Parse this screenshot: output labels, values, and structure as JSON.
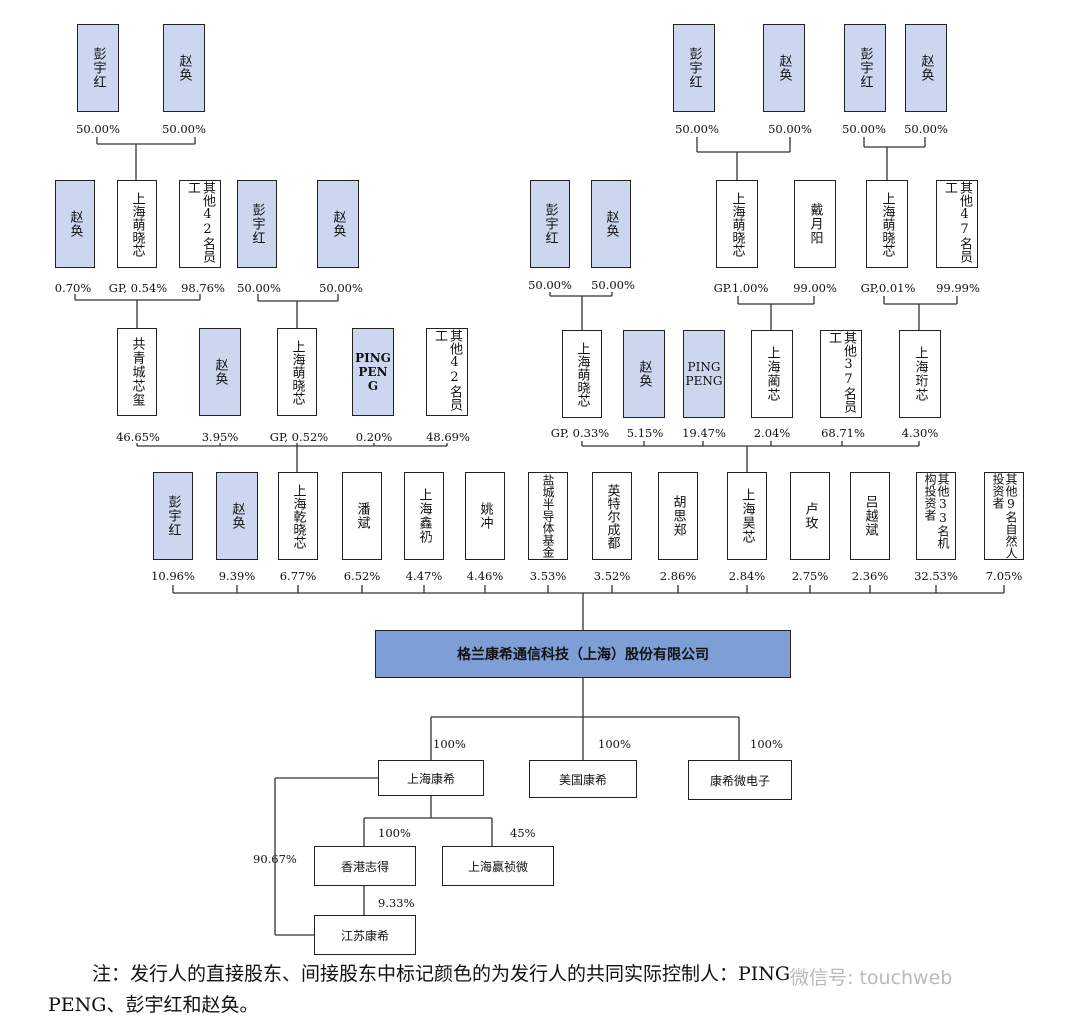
{
  "holders": {
    "l1_a_peng": "彭宇红",
    "l1_a_zhao": "赵奂",
    "l1_b_peng": "彭宇红",
    "l1_b_zhao": "赵奂",
    "l1_c_peng": "彭宇红",
    "l1_c_zhao": "赵奂",
    "l2_zhao": "赵奂",
    "l2_shmxx": "上海萌晓芯",
    "l2_other42": "其他42名员工",
    "l2_peng": "彭宇红",
    "l2_zhao2": "赵奂",
    "l2r_peng": "彭宇红",
    "l2r_zhao": "赵奂",
    "l2r_shmxx": "上海萌晓芯",
    "l2r_dyy": "戴月阳",
    "l2r_shmxx2": "上海萌晓芯",
    "l2r_other47": "其他47名员工",
    "l3_gqczx": "共青城芯玺",
    "l3_zhao": "赵奂",
    "l3_shmxx": "上海萌晓芯",
    "l3_ping": "PING PENG",
    "l3_other42": "其他42名员工",
    "l3r_shmxx": "上海萌晓芯",
    "l3r_zhao": "赵奂",
    "l3r_ping": "PING PENG",
    "l3r_shlx": "上海蔺芯",
    "l3r_other37": "其他37名员工",
    "l3r_shjx": "上海珩芯",
    "d_peng": "彭宇红",
    "d_zhao": "赵奂",
    "d_shqxx": "上海乾晓芯",
    "d_pan": "潘斌",
    "d_shxr": "上海鑫礽",
    "d_yao": "姚冲",
    "d_ycbdt": "盐城半导体基金",
    "d_ytecd": "英特尔成都",
    "d_hsz": "胡思郑",
    "d_shyx": "上海昊芯",
    "d_lu": "卢玫",
    "d_lv": "吕越斌",
    "d_jg33": "其他33名机构投资者",
    "d_zr9": "其他9名自然人投资者"
  },
  "pcts": {
    "l1_a_peng": "50.00%",
    "l1_a_zhao": "50.00%",
    "l1_b_peng": "50.00%",
    "l1_b_zhao": "50.00%",
    "l1_c_peng": "50.00%",
    "l1_c_zhao": "50.00%",
    "l2_zhao": "0.70%",
    "l2_shmxx": "GP, 0.54%",
    "l2_other42": "98.76%",
    "l2_peng": "50.00%",
    "l2_zhao2": "50.00%",
    "l2r_peng": "50.00%",
    "l2r_zhao": "50.00%",
    "l2r_shmxx": "GP.1.00%",
    "l2r_dyy": "99.00%",
    "l2r_shmxx2": "GP,0.01%",
    "l2r_other47": "99.99%",
    "l3_gqczx": "46.65%",
    "l3_zhao": "3.95%",
    "l3_shmxx": "GP, 0.52%",
    "l3_ping": "0.20%",
    "l3_other42": "48.69%",
    "l3r_shmxx": "GP, 0.33%",
    "l3r_zhao": "5.15%",
    "l3r_ping": "19.47%",
    "l3r_shlx": "2.04%",
    "l3r_other37": "68.71%",
    "l3r_shjx": "4.30%",
    "d_peng": "10.96%",
    "d_zhao": "9.39%",
    "d_shqxx": "6.77%",
    "d_pan": "6.52%",
    "d_shxr": "4.47%",
    "d_yao": "4.46%",
    "d_ycbdt": "3.53%",
    "d_ytecd": "3.52%",
    "d_hsz": "2.86%",
    "d_shyx": "2.84%",
    "d_lu": "2.75%",
    "d_lv": "2.36%",
    "d_jg33": "32.53%",
    "d_zr9": "7.05%"
  },
  "company": "格兰康希通信科技（上海）股份有限公司",
  "subsidiaries": {
    "shkx": "上海康希",
    "mgkx": "美国康希",
    "kxwdz": "康希微电子",
    "xgzd": "香港志得",
    "shyzw": "上海赢祯微",
    "jskx": "江苏康希"
  },
  "sub_pcts": {
    "shkx": "100%",
    "mgkx": "100%",
    "kxwdz": "100%",
    "xgzd": "100%",
    "shyzw": "45%",
    "jskx_via_shkx": "90.67%",
    "jskx_via_xgzd": "9.33%"
  },
  "note": {
    "line1": "注：发行人的直接股东、间接股东中标记颜色的为发行人的共同实际控制人：PING",
    "line2": "PENG、彭宇红和赵奂。"
  },
  "watermark": "微信号: touchweb",
  "colors": {
    "highlight_fill": "#ccd6ef",
    "company_fill": "#7e9fd6"
  }
}
